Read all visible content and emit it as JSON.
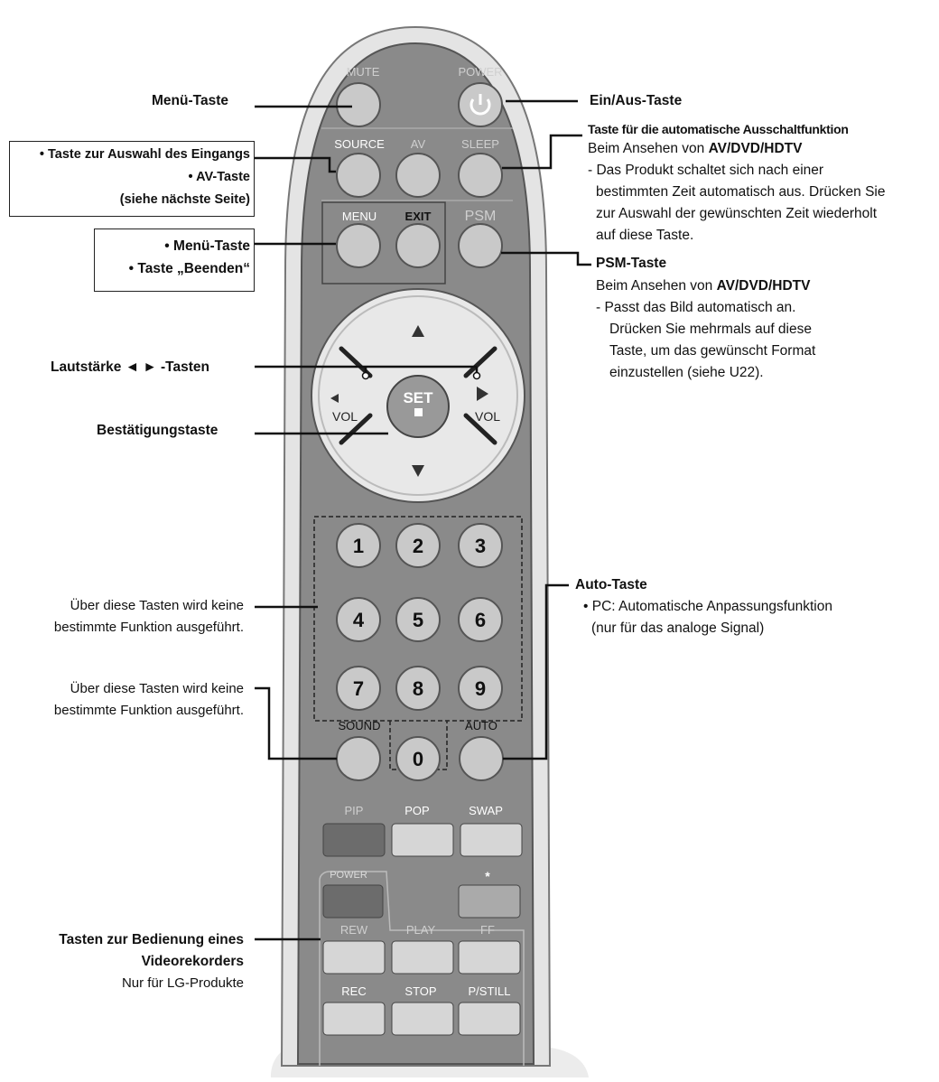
{
  "remote": {
    "colors": {
      "body": "#8a8a8a",
      "body_dark": "#6f6f6f",
      "ring": "#d9d9d9",
      "button": "#c9c9c9",
      "button_edge": "#555555",
      "pad": "#e8e8e8"
    },
    "labels": {
      "mute": "MUTE",
      "power": "POWER",
      "source": "SOURCE",
      "av": "AV",
      "sleep": "SLEEP",
      "menu": "MENU",
      "exit": "EXIT",
      "psm": "PSM",
      "set": "SET",
      "vol_left": "VOL",
      "vol_right": "VOL",
      "sound": "SOUND",
      "auto": "AUTO",
      "pip": "PIP",
      "pop": "POP",
      "swap": "SWAP",
      "power_vcr": "POWER",
      "star": "*",
      "rew": "REW",
      "play": "PLAY",
      "ff": "FF",
      "rec": "REC",
      "stop": "STOP",
      "pstill": "P/STILL"
    },
    "numbers": [
      "1",
      "2",
      "3",
      "4",
      "5",
      "6",
      "7",
      "8",
      "9",
      "0"
    ]
  },
  "annotations": {
    "menu_top": "Menü-Taste",
    "onoff": "Ein/Aus-Taste",
    "input_box": [
      "• Taste zur Auswahl des Eingangs",
      "• AV-Taste",
      "(siehe nächste Seite)"
    ],
    "menu_exit_box": [
      "• Menü-Taste",
      "• Taste „Beenden“"
    ],
    "sleep_title": "Taste für die automatische Ausschaltfunktion",
    "sleep_sub_prefix": "Beim Ansehen von ",
    "sleep_sub_bold": "AV/DVD/HDTV",
    "sleep_desc": [
      "- Das Produkt schaltet sich nach einer",
      "bestimmten Zeit automatisch aus. Drücken Sie",
      "zur Auswahl der gewünschten Zeit wiederholt",
      "auf diese Taste."
    ],
    "psm_title": "PSM-Taste",
    "psm_sub_prefix": "Beim Ansehen von ",
    "psm_sub_bold": "AV/DVD/HDTV",
    "psm_desc": [
      "- Passt das Bild automatisch an.",
      "Drücken Sie mehrmals auf diese",
      "Taste, um das gewünscht Format",
      "einzustellen (siehe U22)."
    ],
    "volume": "Lautstärke ◄ ► -Tasten",
    "confirm": "Bestätigungstaste",
    "auto_title": "Auto-Taste",
    "auto_desc": [
      "• PC: Automatische Anpassungsfunktion",
      "(nur für das analoge Signal)"
    ],
    "no_function_1": [
      "Über diese Tasten wird keine",
      "bestimmte Funktion ausgeführt."
    ],
    "no_function_2": [
      "Über diese Tasten wird keine",
      "bestimmte Funktion ausgeführt."
    ],
    "vcr": [
      "Tasten zur Bedienung eines",
      "Videorekorders",
      "Nur für LG-Produkte"
    ]
  }
}
